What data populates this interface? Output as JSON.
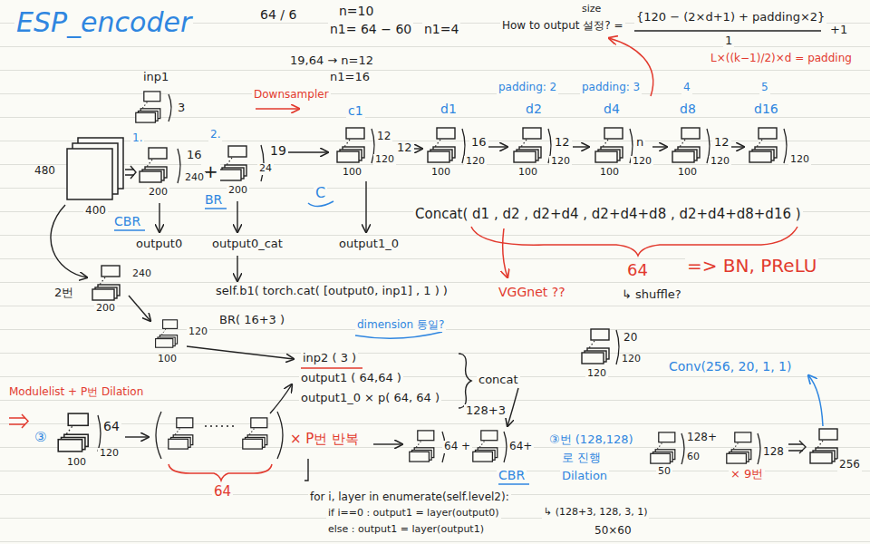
{
  "diagram": {
    "title": "ESP_encoder",
    "labels": [
      "64 / 6",
      "n=10",
      "n1= 64 − 60",
      "n1=4",
      "19,64 → n=12",
      "n1=16",
      "How to output 설정? =",
      "size",
      "{120 − (2×d+1) + padding×2}",
      "1",
      "+1",
      "L×((k−1)/2)×d = padding",
      "inp1",
      "3",
      "1.",
      "16",
      "+",
      "2.",
      "24",
      "19",
      "Downsampler",
      "480",
      "400",
      "200",
      "240",
      "200",
      "CBR",
      "BR",
      "output0",
      "output0_cat",
      "c1",
      "12",
      "120",
      "100",
      "C",
      "output1_0",
      "d1",
      "12",
      "16",
      "120",
      "100",
      "padding: 2",
      "d2",
      "12",
      "120",
      "100",
      "padding: 3",
      "d4",
      "n",
      "120",
      "100",
      "4",
      "d8",
      "12",
      "120",
      "100",
      "5",
      "d16",
      "120",
      "Concat( d1 , d2 , d2+d4 , d2+d4+d8 , d2+d4+d8+d16 )",
      "64",
      "=> BN, PReLU",
      "VGGnet ??",
      "↳ shuffle?",
      "2번",
      "240",
      "200",
      "120",
      "100",
      "self.b1( torch.cat( [output0, inp1] , 1 ) )",
      "BR( 16+3 )",
      "dimension 통일?",
      "inp2 ( 3 )",
      "output1 ( 64,64 )",
      "output1_0 × p( 64, 64 )",
      "concat",
      "Modulelist + P번 Dilation",
      "③",
      "64",
      "120",
      "100",
      "64",
      "× P번 반복",
      "for i, layer in enumerate(self.level2):",
      "if i==0 : output1 = layer(output0)",
      "else : output1 = layer(output1)",
      "128+3",
      "64 +",
      "64+",
      "CBR",
      "③번 (128,128)",
      "로 진행",
      "Dilation",
      "↳ (128+3, 128, 3, 1)",
      "50×60",
      "60",
      "50",
      "128+",
      "128",
      "× 9번",
      "256",
      "20",
      "120",
      "120",
      "Conv(256, 20, 1, 1)"
    ]
  }
}
